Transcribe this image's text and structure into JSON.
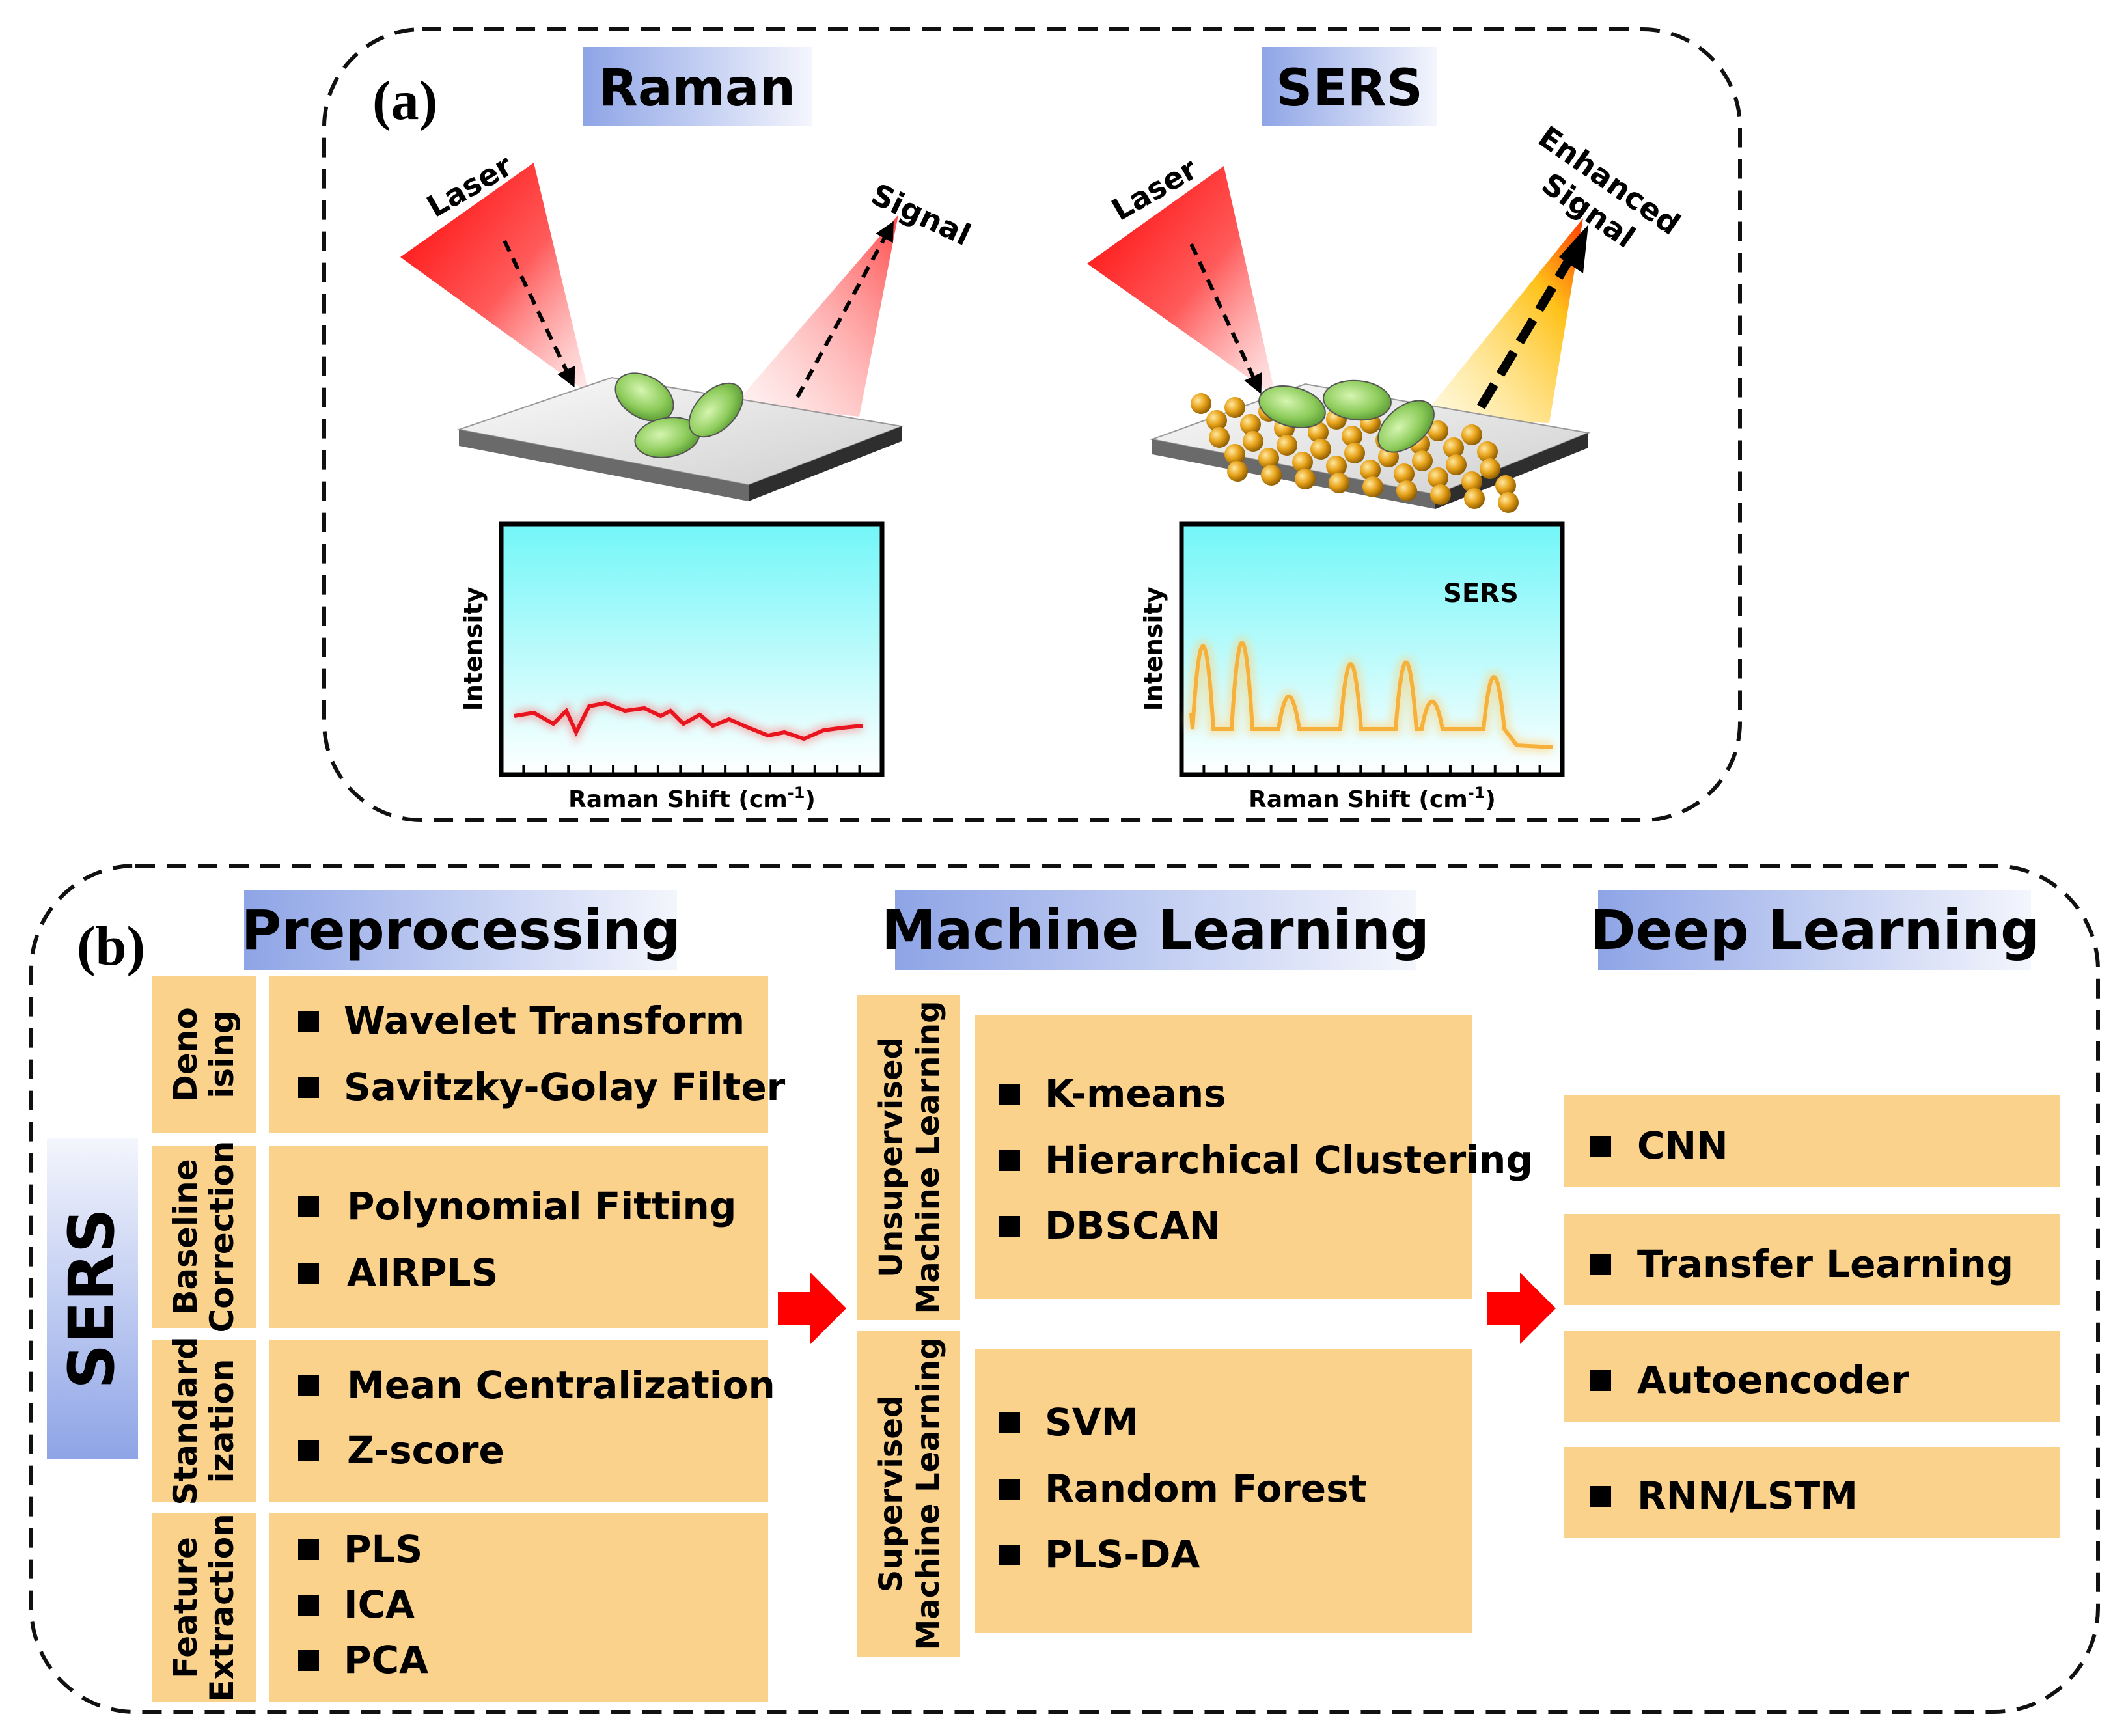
{
  "panel_a": {
    "label": "(a)",
    "raman": {
      "title": "Raman",
      "laser": "Laser",
      "signal": "Signal",
      "y_axis": "Intensity",
      "x_axis_text": "Raman Shift (cm",
      "x_axis_sup": "-1",
      "x_axis_close": ")"
    },
    "sers": {
      "title": "SERS",
      "laser": "Laser",
      "signal_line1": "Enhanced",
      "signal_line2": "Signal",
      "plot_label": "SERS",
      "y_axis": "Intensity",
      "x_axis_text": "Raman Shift (cm",
      "x_axis_sup": "-1",
      "x_axis_close": ")"
    }
  },
  "panel_b": {
    "label": "(b)",
    "side_label": "SERS",
    "preprocessing": {
      "title": "Preprocessing",
      "groups": [
        {
          "category": [
            "Deno",
            "ising"
          ],
          "items": [
            "Wavelet Transform",
            "Savitzky-Golay Filter"
          ]
        },
        {
          "category": [
            "Baseline",
            "Correction"
          ],
          "items": [
            "Polynomial Fitting",
            "AIRPLS"
          ]
        },
        {
          "category": [
            "Standard",
            "ization"
          ],
          "items": [
            "Mean Centralization",
            "Z-score"
          ]
        },
        {
          "category": [
            "Feature",
            "Extraction"
          ],
          "items": [
            "PLS",
            "ICA",
            "PCA"
          ]
        }
      ]
    },
    "machine_learning": {
      "title": "Machine Learning",
      "groups": [
        {
          "category": [
            "Unsupervised",
            "Machine Learning"
          ],
          "items": [
            "K-means",
            "Hierarchical Clustering",
            "DBSCAN"
          ]
        },
        {
          "category": [
            "Supervised",
            "Machine Learning"
          ],
          "items": [
            "SVM",
            "Random Forest",
            "PLS-DA"
          ]
        }
      ]
    },
    "deep_learning": {
      "title": "Deep Learning",
      "items": [
        "CNN",
        "Transfer Learning",
        "Autoencoder",
        "RNN/LSTM"
      ]
    }
  },
  "colors": {
    "box_fill": "#fbd28c",
    "title_gradient_start": "#8ea4e6",
    "title_gradient_end": "#f4f6fd",
    "laser_red": "#ff1a1a",
    "arrow_red": "#ff0000",
    "bacteria_green": "#8ccb5a",
    "gold_particle": "#e8a31a",
    "plot_bg_top": "#72f6f8",
    "raman_trace": "#e8141e",
    "sers_trace": "#f5b13c"
  }
}
